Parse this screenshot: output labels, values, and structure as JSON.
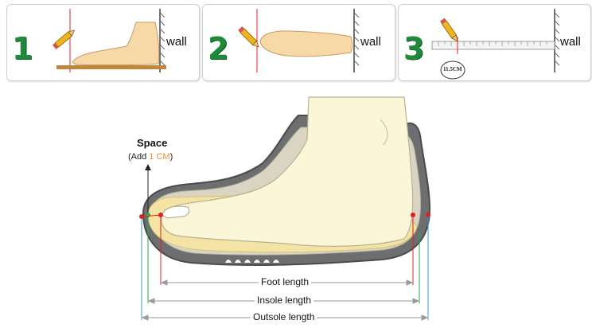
{
  "steps": [
    {
      "number": "1",
      "wall_label": "wall"
    },
    {
      "number": "2",
      "wall_label": "wall"
    },
    {
      "number": "3",
      "wall_label": "wall",
      "ruler_reading": "11.5CM"
    }
  ],
  "space": {
    "title": "Space",
    "prefix": "(Add ",
    "amount": "1 CM",
    "suffix": ")"
  },
  "measurements": {
    "foot_length": "Foot length",
    "insole_length": "Insole length",
    "outsole_length": "Outsole length"
  },
  "colors": {
    "step_green": "#1f8a3a",
    "accent_orange": "#e8923a",
    "marker_red": "#e02020",
    "marker_green": "#2aa84a",
    "marker_blue": "#3a9ad8",
    "sole_gray": "#6d6e70",
    "insole_yellow": "#f3e3a4",
    "foot_cream": "#fbf6d8"
  }
}
